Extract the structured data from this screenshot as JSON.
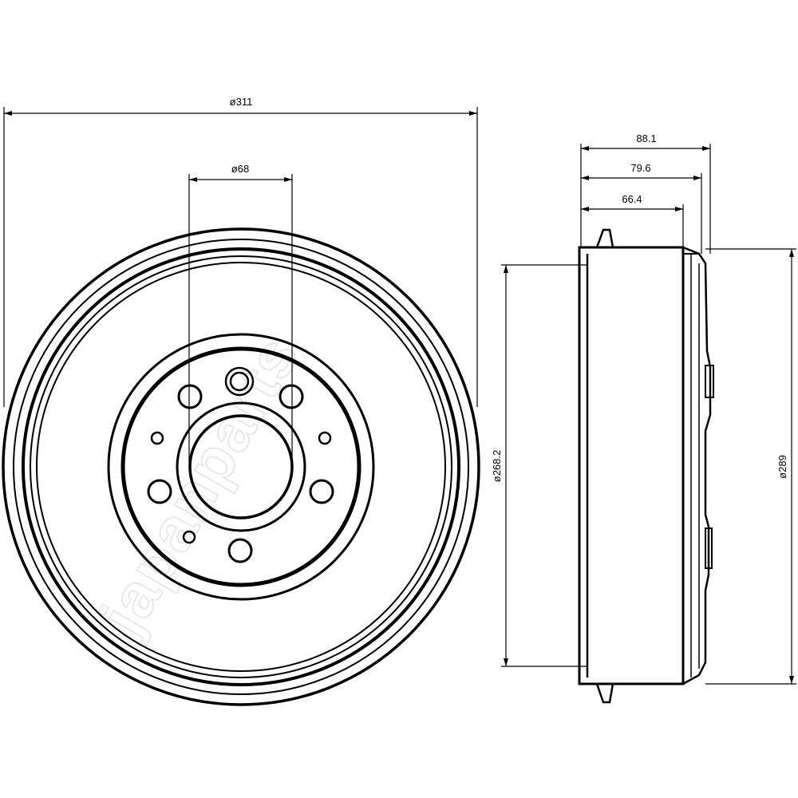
{
  "watermark": "japanparts",
  "dimensions": {
    "outer_diameter": "ø311",
    "hub_bore": "ø68",
    "overall_height": "88.1",
    "inner_depth": "79.6",
    "lip_depth": "66.4",
    "bore_diameter": "ø268.2",
    "friction_diameter": "ø289"
  },
  "colors": {
    "line": "#000000",
    "watermark_outline": "#e4e4e4"
  }
}
